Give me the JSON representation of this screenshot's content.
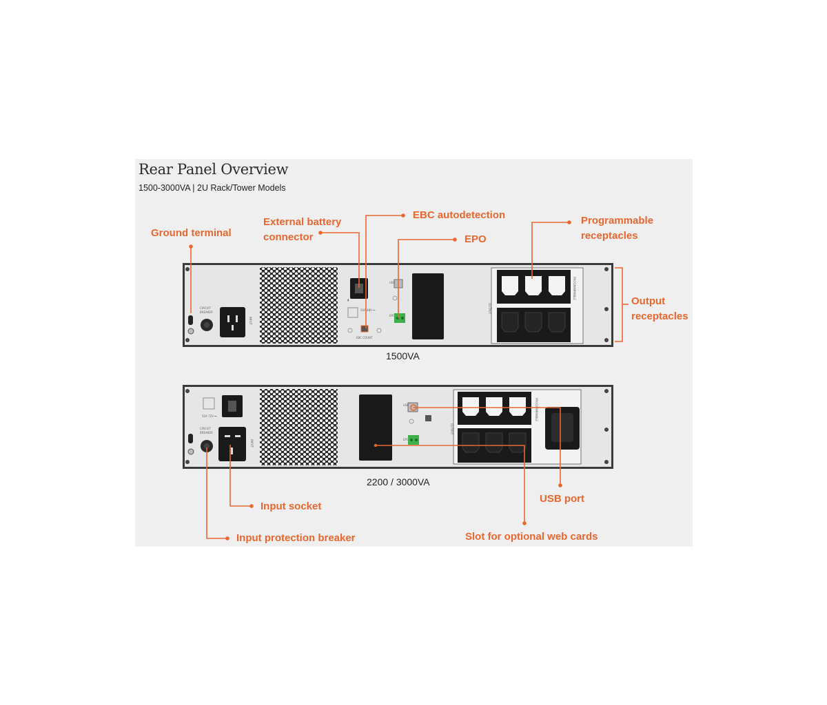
{
  "title": "Rear Panel Overview",
  "subtitle": "1500-3000VA | 2U Rack/Tower Models",
  "models": {
    "top": "1500VA",
    "bottom": "2200 / 3000VA"
  },
  "callouts": {
    "ground_terminal": "Ground terminal",
    "external_battery_1": "External battery",
    "external_battery_2": "connector",
    "ebc_autodetection": "EBC autodetection",
    "epo": "EPO",
    "programmable_1": "Programmable",
    "programmable_2": "receptacles",
    "output_1": "Output",
    "output_2": "receptacles",
    "input_socket": "Input socket",
    "input_breaker": "Input protection breaker",
    "usb_port": "USB port",
    "web_card_slot": "Slot for optional web cards"
  },
  "panel_text": {
    "circuit_breaker_1": "CIRCUIT",
    "circuit_breaker_2": "BREAKER",
    "input": "INPUT",
    "ebc_count": "EBC COUNT",
    "usb": "USB",
    "epo": "EPO",
    "output": "OUTPUT",
    "programmable": "PROGRAMMABLE",
    "battery_rating_top": "50A 48V ⎓",
    "battery_rating_bottom": "50A 72V ⎓"
  },
  "colors": {
    "accent": "#e8672f",
    "panel_face": "#e6e6e6",
    "panel_frame": "#3a3a3a",
    "background": "#efefef"
  }
}
